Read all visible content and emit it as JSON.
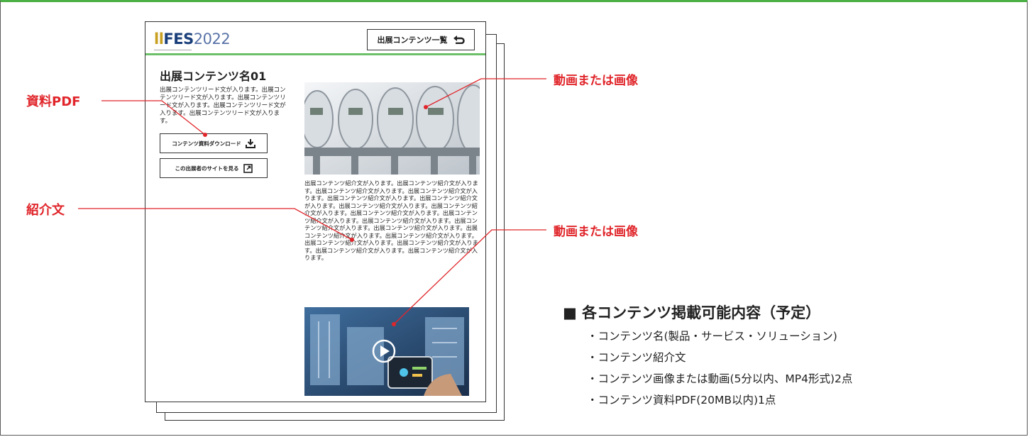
{
  "mockup": {
    "logo_text": "FES",
    "logo_year": "2022",
    "back_button_label": "出展コンテンツ一覧",
    "content_title": "出展コンテンツ名01",
    "lead_text": "出展コンテンツリード文が入ります。出展コンテンツリード文が入ります。出展コンテンツリード文が入ります。出展コンテンツリード文が入ります。出展コンテンツリード文が入ります。",
    "download_button_label": "コンテンツ資料ダウンロード",
    "site_button_label": "この出展者のサイトを見る",
    "intro_text": "出展コンテンツ紹介文が入ります。出展コンテンツ紹介文が入ります。出展コンテンツ紹介文が入ります。出展コンテンツ紹介文が入ります。出展コンテンツ紹介文が入ります。出展コンテンツ紹介文が入ります。出展コンテンツ紹介文が入ります。出展コンテンツ紹介文が入ります。出展コンテンツ紹介文が入ります。出展コンテンツ紹介文が入ります。出展コンテンツ紹介文が入ります。出展コンテンツ紹介文が入ります。出展コンテンツ紹介文が入ります。出展コンテンツ紹介文が入ります。出展コンテンツ紹介文が入ります。出展コンテンツ紹介文が入ります。出展コンテンツ紹介文が入ります。出展コンテンツ紹介文が入ります。出展コンテンツ紹介文が入ります。"
  },
  "callouts": {
    "pdf": "資料PDF",
    "intro": "紹介文",
    "media_top": "動画または画像",
    "media_bottom": "動画または画像"
  },
  "section": {
    "title": "■ 各コンテンツ掲載可能内容（予定）",
    "items": [
      "・コンテンツ名(製品・サービス・ソリューション)",
      "・コンテンツ紹介文",
      "・コンテンツ画像または動画(5分以内、MP4形式)2点",
      "・コンテンツ資料PDF(20MB以内)1点"
    ]
  },
  "colors": {
    "accent_red": "#e0262b",
    "top_rule_green": "#4bb045",
    "logo_navy": "#1a3f7a"
  }
}
